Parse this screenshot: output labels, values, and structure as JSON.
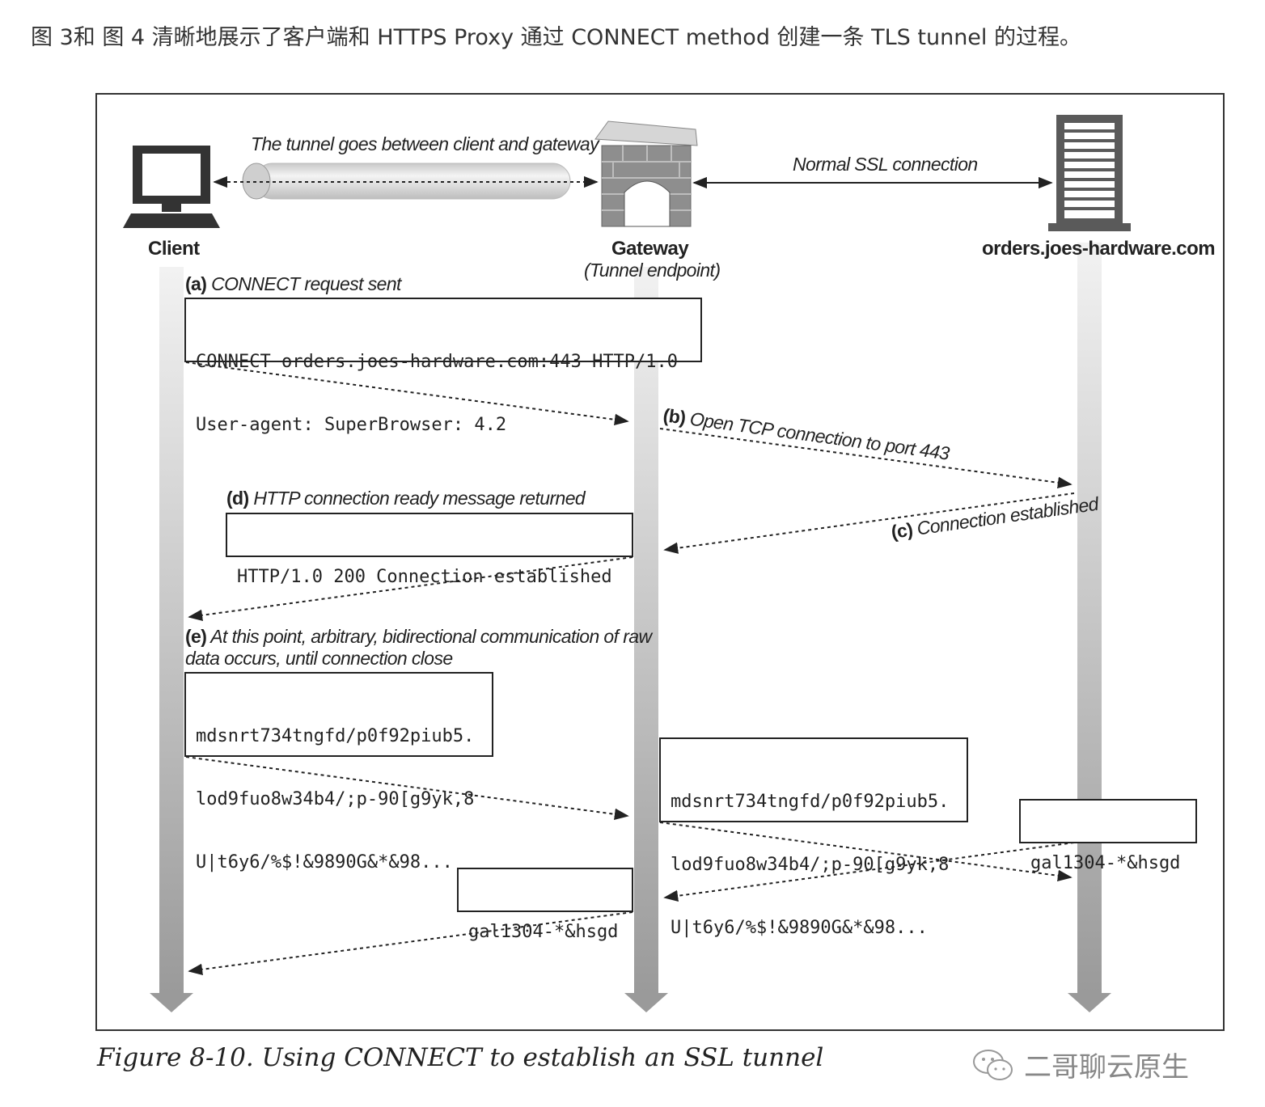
{
  "intro_text": "图 3和 图 4 清晰地展示了客户端和 HTTPS Proxy 通过 CONNECT method 创建一条 TLS tunnel 的过程。",
  "tunnel_label": "The tunnel goes between client and gateway",
  "ssl_label": "Normal SSL connection",
  "nodes": {
    "client": "Client",
    "gateway": "Gateway",
    "gateway_sub": "(Tunnel endpoint)",
    "server": "orders.joes-hardware.com"
  },
  "steps": {
    "a_tag": "(a)",
    "a_text": "CONNECT request sent",
    "b_tag": "(b)",
    "b_text": "Open TCP connection to port 443",
    "c_tag": "(c)",
    "c_text": "Connection established",
    "d_tag": "(d)",
    "d_text": "HTTP connection ready message returned",
    "e_tag": "(e)",
    "e_line1": "At this point, arbitrary, bidirectional communication of raw",
    "e_line2": "data occurs, until connection close"
  },
  "boxes": {
    "connect_line1": "CONNECT orders.joes-hardware.com:443 HTTP/1.0",
    "connect_line2": "User-agent: SuperBrowser: 4.2",
    "ready": "HTTP/1.0 200 Connection established",
    "raw_line1": "mdsnrt734tngfd/p0f92piub5.",
    "raw_line2": "lod9fuo8w34b4/;p-90[g9yk,8",
    "raw_line3": "U|t6y6/%$!&9890G&*&98...",
    "reply": "gal1304-*&hsgd"
  },
  "caption": "Figure 8-10. Using CONNECT to establish an SSL tunnel",
  "watermark": "二哥聊云原生",
  "icons": [
    "computer-monitor-icon",
    "gateway-arch-icon",
    "server-tower-icon",
    "wechat-icon"
  ]
}
